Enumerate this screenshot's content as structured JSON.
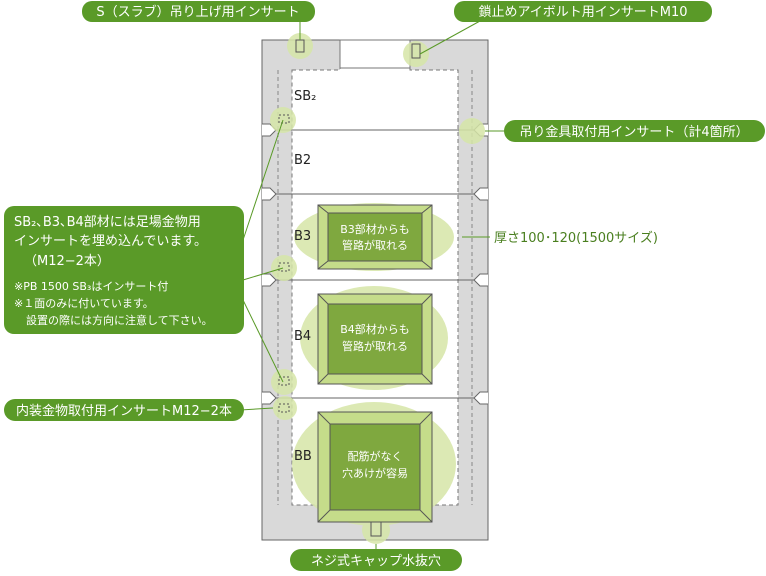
{
  "callouts": {
    "slab_lift_insert": "S（スラブ）吊り上げ用インサート",
    "eyebolt_insert": "鎖止めアイボルト用インサートM10",
    "hanger_insert": "吊り金具取付用インサート（計4箇所）",
    "thickness": "厚さ100･120(1500サイズ)",
    "interior_insert": "内装金物取付用インサートM12−2本",
    "drain_hole": "ネジ式キャップ水抜穴"
  },
  "scaffold_note": {
    "line1": "SB₂､B3､B4部材には足場金物用",
    "line2": "インサートを埋め込んでいます。",
    "line3": "（M12−2本）",
    "line4": "※PB 1500 SB₃はインサート付",
    "line5": "※１面のみに付いています。",
    "line6": "設置の際には方向に注意して下さい。"
  },
  "sections": {
    "sb2": "SB₂",
    "b2": "B2",
    "b3": "B3",
    "b4": "B4",
    "bb": "BB"
  },
  "openings": {
    "b3_line1": "B3部材からも",
    "b3_line2": "管路が取れる",
    "b4_line1": "B4部材からも",
    "b4_line2": "管路が取れる",
    "bb_line1": "配筋がなく",
    "bb_line2": "穴あけが容易"
  },
  "colors": {
    "green": "#5a9a28",
    "light_green": "#d6e6a8",
    "panel_gray": "#d8d8d8",
    "dark_line": "#555555"
  }
}
